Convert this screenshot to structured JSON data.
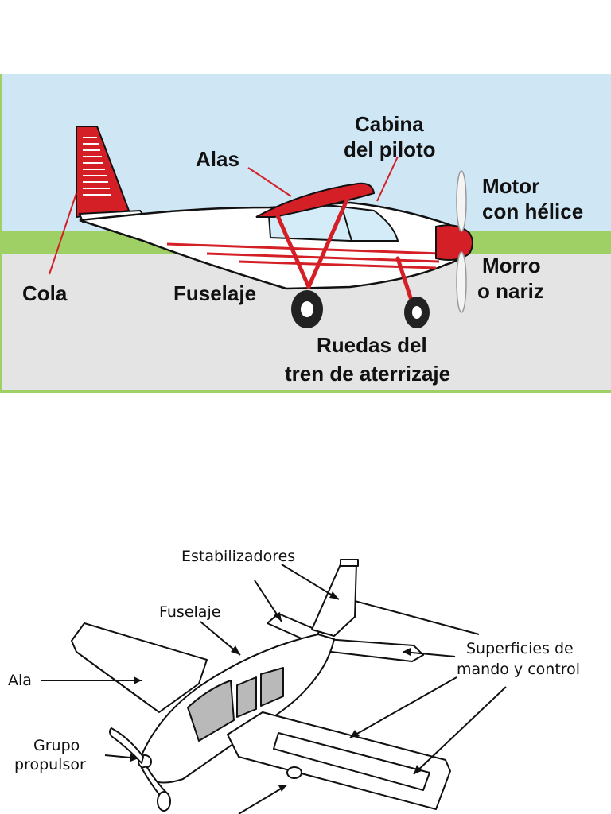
{
  "diagram_top": {
    "labels": {
      "cola": "Cola",
      "alas": "Alas",
      "cabina_line1": "Cabina",
      "cabina_line2": "del piloto",
      "motor_line1": "Motor",
      "motor_line2": "con hélice",
      "fuselaje": "Fuselaje",
      "morro_line1": "Morro",
      "morro_line2": "o nariz",
      "ruedas_line1": "Ruedas del",
      "ruedas_line2": "tren de aterrizaje"
    },
    "colors": {
      "sky": "#cfe6f5",
      "grass": "#9fd066",
      "ground": "#e4e4e4",
      "accent_red": "#d41f26",
      "fuselage": "#ffffff",
      "outline": "#111111"
    }
  },
  "diagram_bottom": {
    "labels": {
      "estabilizadores": "Estabilizadores",
      "fuselaje": "Fuselaje",
      "ala": "Ala",
      "superficies_line1": "Superficies de",
      "superficies_line2": "mando y control",
      "grupo_line1": "Grupo",
      "grupo_line2": "propulsor"
    },
    "colors": {
      "line": "#111111",
      "shade": "#b9b9b9",
      "fill": "#ffffff"
    }
  }
}
